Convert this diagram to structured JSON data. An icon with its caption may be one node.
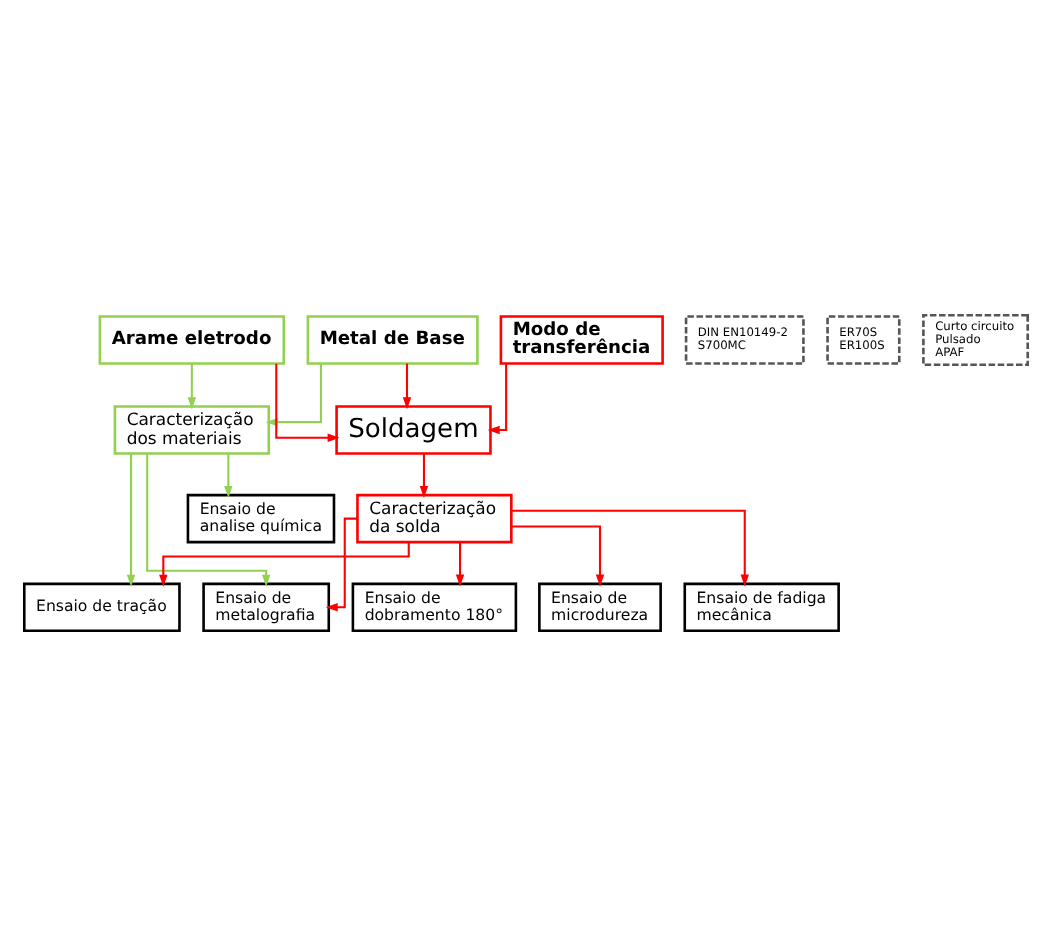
{
  "diagram": {
    "nodes": [
      {
        "text": [
          "Metal de Base"
        ]
      },
      {
        "text": [
          "Arame eletrodo"
        ]
      },
      {
        "text": [
          "Modo de transferência"
        ]
      },
      {
        "text": [
          "DIN EN10149-2",
          "S700MC"
        ]
      },
      {
        "text": [
          "ER70S",
          "ER100S"
        ]
      },
      {
        "text": [
          "Curto circuito",
          "Pulsado",
          "APAF"
        ]
      },
      {
        "text": [
          "Soldagem"
        ]
      },
      {
        "text": [
          "Caracterização dos materiais"
        ]
      },
      {
        "text": [
          "Caracterização da solda"
        ]
      },
      {
        "text": [
          "Ensaio de tração"
        ]
      },
      {
        "text": [
          "Ensaio de metalografia"
        ]
      },
      {
        "text": [
          "Ensaio de analise química"
        ]
      },
      {
        "text": [
          "Ensaio de dobramento 180°"
        ]
      },
      {
        "text": [
          "Ensaio de microdureza"
        ]
      },
      {
        "text": [
          "Ensaio de fadiga mecânica"
        ]
      }
    ],
    "edges": [
      {
        "from": 0,
        "to": 6,
        "arrow": "to"
      },
      {
        "from": 1,
        "to": 6,
        "arrow": "to"
      },
      {
        "from": 2,
        "to": 6,
        "arrow": "to"
      },
      {
        "from": 0,
        "to": 7,
        "arrow": "to",
        "color": "#92d050"
      },
      {
        "from": 1,
        "to": 7,
        "arrow": "to",
        "color": "#92d050"
      },
      {
        "from": 6,
        "to": 8,
        "arrow": "to"
      },
      {
        "from": 7,
        "to": 9,
        "arrow": "to",
        "color": "#92d050"
      },
      {
        "from": 7,
        "to": 10,
        "arrow": "to",
        "color": "#92d050"
      },
      {
        "from": 7,
        "to": 11,
        "arrow": "to",
        "color": "#92d050"
      },
      {
        "from": 8,
        "to": 9,
        "arrow": "to"
      },
      {
        "from": 8,
        "to": 10,
        "arrow": "to"
      },
      {
        "from": 8,
        "to": 12,
        "arrow": "to"
      },
      {
        "from": 8,
        "to": 13,
        "arrow": "to"
      },
      {
        "from": 8,
        "to": 14,
        "arrow": "to"
      }
    ]
  }
}
